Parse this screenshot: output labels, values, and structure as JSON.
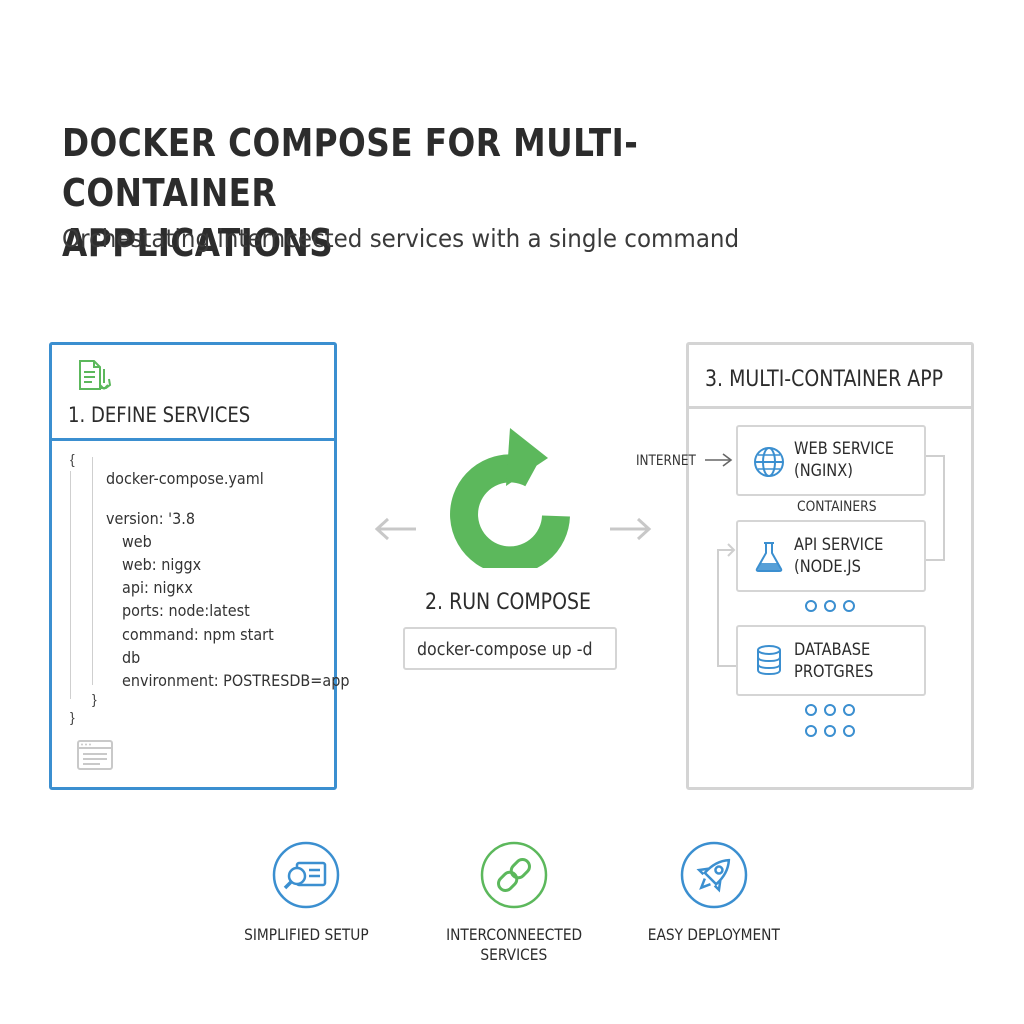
{
  "header": {
    "title_line1": "DOCKER COMPOSE FOR MULTI-CONTAINER",
    "title_line2": "APPLICATIONS",
    "subtitle": "Orchestating interncected services with a single command"
  },
  "define": {
    "title": "1. DEFINE SERVICES",
    "file_name": "docker-compose.yaml",
    "lines": [
      "version: '3.8",
      "web",
      "web: niggx",
      "api: nigкx",
      "ports: node:latest",
      "command: npm start",
      "db",
      "environment: POSTRESDB=app"
    ],
    "open_brace": "{",
    "close_brace": "}"
  },
  "run": {
    "title": "2. RUN COMPOSE",
    "command": "docker-compose up -d"
  },
  "app": {
    "title": "3. MULTI-CONTAINER APP",
    "internet_label": "INTERNET",
    "containers_label": "CONTAINERS",
    "services": [
      {
        "line1": "WEB SERVICE",
        "line2": "(NGINX)",
        "icon": "globe-icon"
      },
      {
        "line1": "API SERVICE",
        "line2": "(NODE.JS",
        "icon": "flask-icon"
      },
      {
        "line1": "DATABASE",
        "line2": "PROTGRES",
        "icon": "database-icon"
      }
    ]
  },
  "features": [
    {
      "label": "SIMPLIFIED SETUP",
      "icon": "search-card-icon"
    },
    {
      "label_line1": "INTERCONNEECTED",
      "label_line2": "SERVICES",
      "icon": "link-icon"
    },
    {
      "label": "EASY DEPLOYMENT",
      "icon": "rocket-icon"
    }
  ],
  "colors": {
    "blue": "#3b8fd0",
    "green": "#5cb85c",
    "gray_border": "#d4d4d4",
    "text": "#2c2c2c"
  }
}
